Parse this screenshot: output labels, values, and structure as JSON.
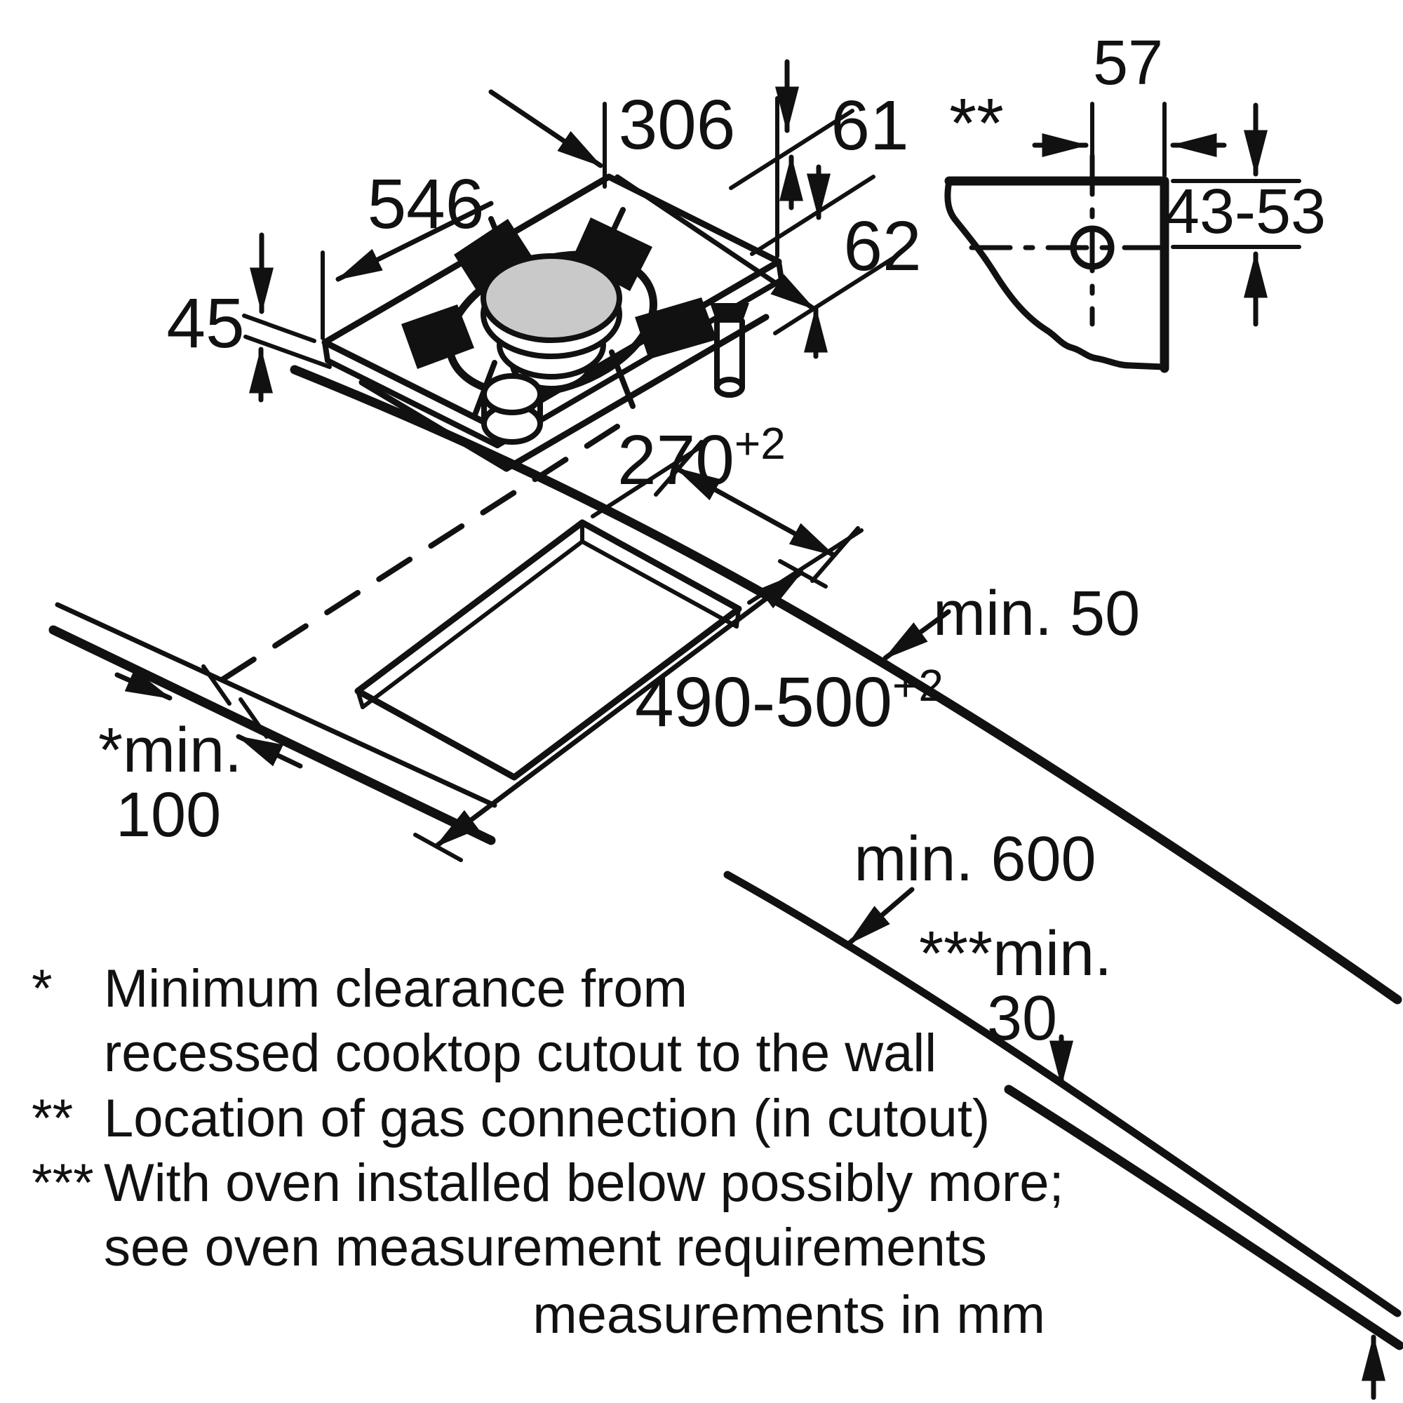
{
  "diagram": {
    "cooktop": {
      "width": "546",
      "depth": "306",
      "height_above": "61",
      "height_below": "62",
      "glass_thickness": "45"
    },
    "gas_connection": {
      "marker": "**",
      "horizontal_offset": "57",
      "vertical_range": "43-53"
    },
    "installation": {
      "cutout_width": "270",
      "cutout_width_tol": "+2",
      "cutout_length": "490-500",
      "cutout_length_tol": "+2",
      "clearance_rear": "min. 50",
      "clearance_wall_1": "*min.",
      "clearance_wall_2": "100",
      "counter_depth": "min. 600",
      "thickness_1": "***min.",
      "thickness_2": "30"
    },
    "footnotes": {
      "f1_marker": "*",
      "f1_line1": "Minimum clearance from",
      "f1_line2": "recessed cooktop cutout to the wall",
      "f2_marker": "**",
      "f2_line1": "Location of gas connection (in cutout)",
      "f3_marker": "***",
      "f3_line1": "With oven installed below possibly more;",
      "f3_line2": "see oven measurement requirements",
      "units": "measurements in mm"
    }
  }
}
